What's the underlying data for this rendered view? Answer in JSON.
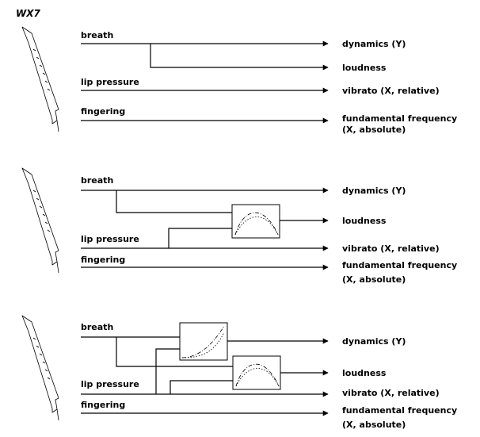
{
  "title": "WX7",
  "panels": [
    {
      "inputs": [
        "breath",
        "lip pressure",
        "fingering"
      ],
      "outputs": [
        "dynamics (Y)",
        "loudness",
        "vibrato (X, relative)",
        "fundamental frequency",
        "(X, absolute)"
      ]
    },
    {
      "inputs": [
        "breath",
        "lip pressure",
        "fingering"
      ],
      "outputs": [
        "dynamics (Y)",
        "loudness",
        "vibrato (X, relative)",
        "fundamental frequency",
        "(X, absolute)"
      ]
    },
    {
      "inputs": [
        "breath",
        "lip pressure",
        "fingering"
      ],
      "outputs": [
        "dynamics (Y)",
        "loudness",
        "vibrato (X, relative)",
        "fundamental frequency",
        "(X, absolute)"
      ]
    }
  ],
  "icons": {
    "instrument": "wind-controller-icon",
    "mapping_box": "mapping-curve-icon"
  },
  "colors": {
    "line": "#000000",
    "background": "#ffffff"
  }
}
